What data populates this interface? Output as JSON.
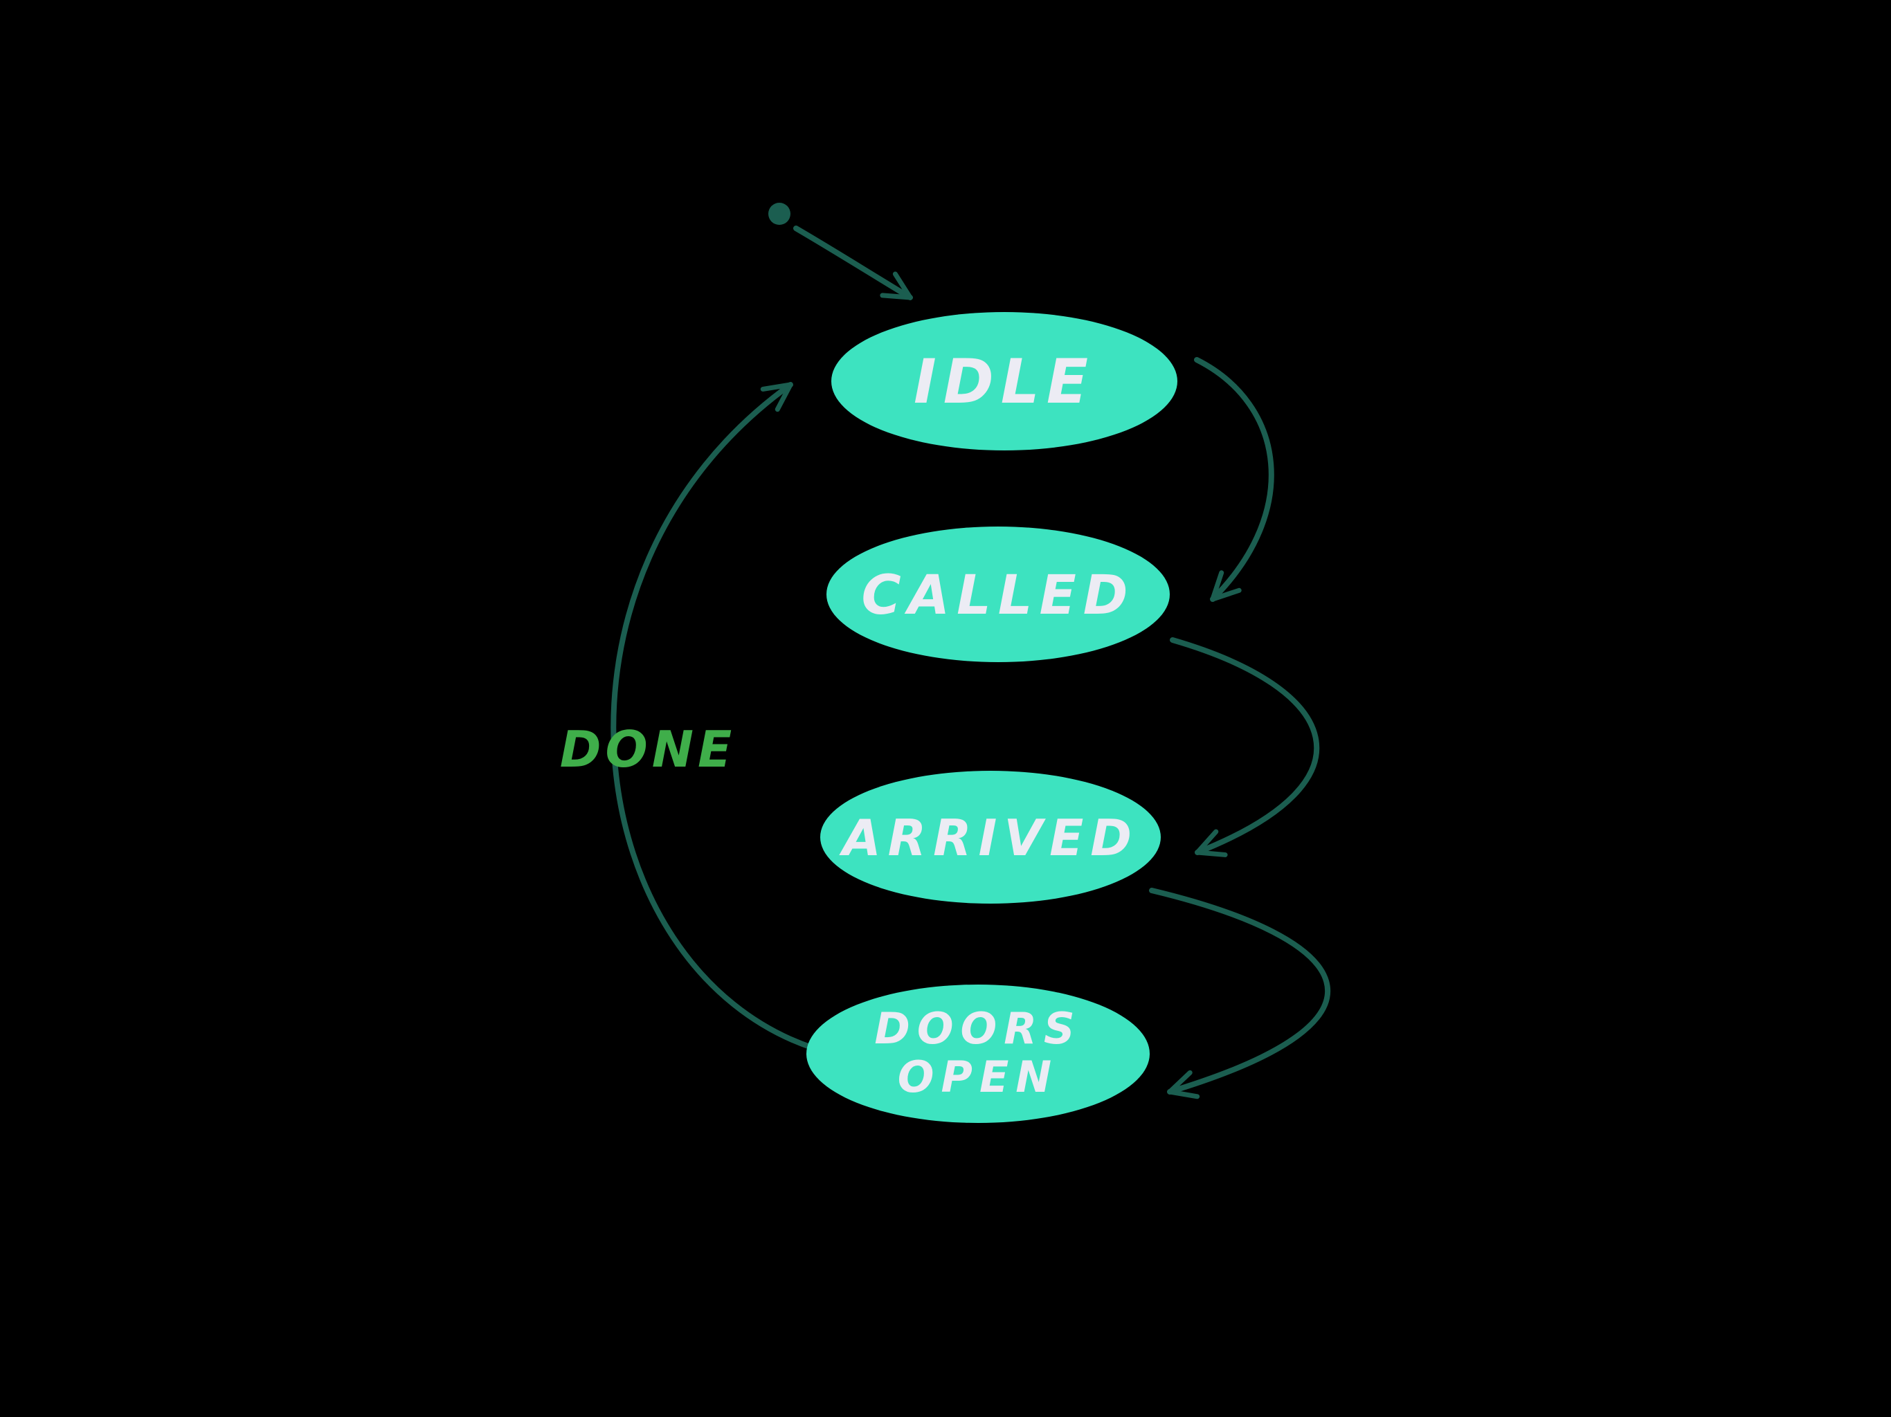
{
  "diagram": {
    "type": "state-diagram",
    "background": "#000000",
    "colors": {
      "node_fill": "#3DE3C0",
      "node_text": "#ECECF4",
      "arrow": "#1B5E50",
      "done_text": "#3FAE4A"
    },
    "nodes": [
      {
        "id": "idle",
        "label": "IDLE"
      },
      {
        "id": "called",
        "label": "CALLED"
      },
      {
        "id": "arrived",
        "label": "ARRIVED"
      },
      {
        "id": "doors-open",
        "label": "DOORS OPEN",
        "line1": "DOORS",
        "line2": "OPEN"
      }
    ],
    "edges": [
      {
        "from": "start",
        "to": "idle",
        "label": ""
      },
      {
        "from": "idle",
        "to": "called",
        "label": ""
      },
      {
        "from": "called",
        "to": "arrived",
        "label": ""
      },
      {
        "from": "arrived",
        "to": "doors-open",
        "label": ""
      },
      {
        "from": "doors-open",
        "to": "idle",
        "label": "DONE"
      }
    ]
  }
}
